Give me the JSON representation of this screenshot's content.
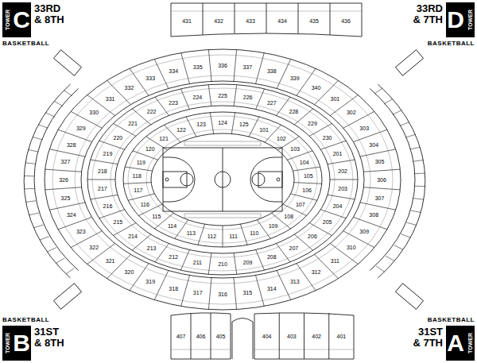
{
  "diagram": {
    "nodes": [
      {
        "text": [
          "TOWER",
          "C",
          "33RD & 8TH",
          "BASKETBALL"
        ]
      },
      {
        "text": [
          "TOWER",
          "D",
          "33RD & 7TH",
          "BASKETBALL"
        ]
      },
      {
        "text": [
          "TOWER",
          "B",
          "31ST & 8TH",
          "BASKETBALL"
        ]
      },
      {
        "text": [
          "TOWER",
          "A",
          "31ST & 7TH",
          "BASKETBALL"
        ]
      }
    ],
    "labels": [
      "101",
      "102",
      "103",
      "104",
      "105",
      "106",
      "107",
      "108",
      "109",
      "110",
      "111",
      "112",
      "113",
      "114",
      "115",
      "116",
      "117",
      "118",
      "119",
      "120",
      "121",
      "122",
      "123",
      "124",
      "125",
      "201",
      "202",
      "203",
      "204",
      "205",
      "206",
      "207",
      "208",
      "209",
      "210",
      "211",
      "212",
      "213",
      "214",
      "215",
      "216",
      "217",
      "218",
      "219",
      "220",
      "221",
      "222",
      "223",
      "224",
      "225",
      "226",
      "227",
      "228",
      "229",
      "230",
      "301",
      "302",
      "303",
      "304",
      "305",
      "306",
      "307",
      "308",
      "309",
      "310",
      "311",
      "312",
      "313",
      "314",
      "315",
      "316",
      "317",
      "318",
      "319",
      "320",
      "321",
      "322",
      "323",
      "324",
      "325",
      "326",
      "327",
      "328",
      "329",
      "330",
      "331",
      "332",
      "333",
      "334",
      "335",
      "336",
      "337",
      "338",
      "339",
      "340",
      "431",
      "432",
      "433",
      "434",
      "435",
      "436",
      "407",
      "406",
      "405",
      "404",
      "403",
      "402",
      "401"
    ]
  }
}
